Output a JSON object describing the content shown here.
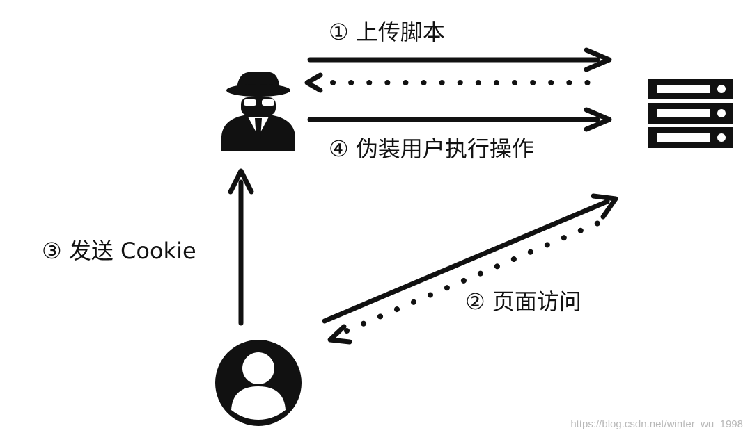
{
  "labels": {
    "step1": "① 上传脚本",
    "step2": "② 页面访问",
    "step3": "③ 发送 Cookie",
    "step4": "④ 伪装用户执行操作"
  },
  "nodes": {
    "attacker": "hacker-icon",
    "server": "server-icon",
    "user": "user-icon"
  },
  "watermark": "https://blog.csdn.net/winter_wu_1998",
  "colors": {
    "ink": "#111111",
    "background": "#ffffff",
    "watermark": "#b8b8b8"
  }
}
